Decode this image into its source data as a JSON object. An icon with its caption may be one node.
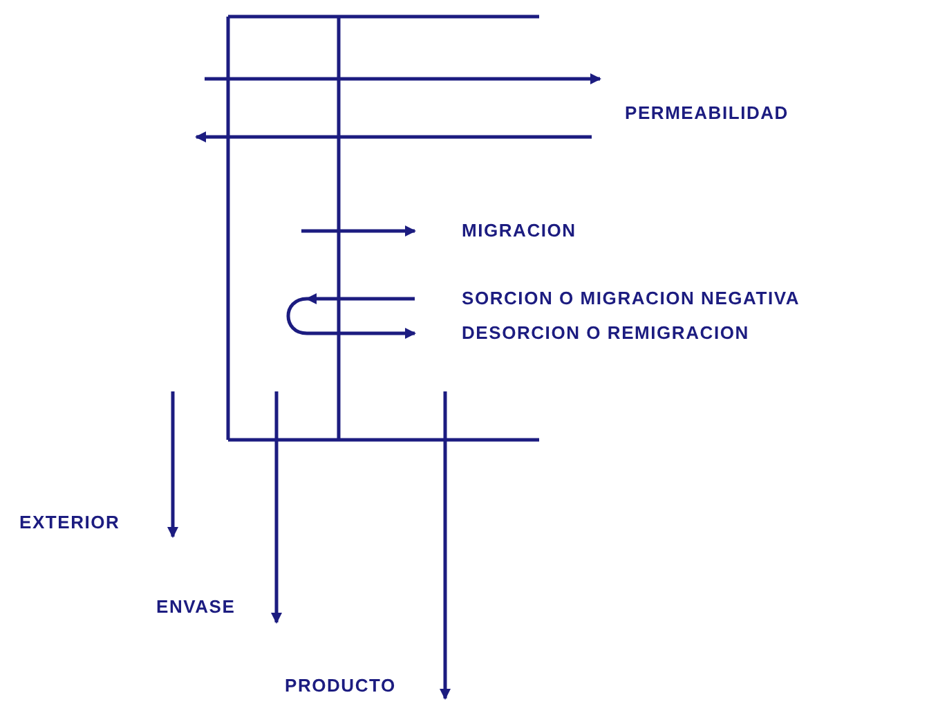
{
  "diagram": {
    "nodes": [
      {
        "text": [
          "EXTERIOR"
        ]
      },
      {
        "text": [
          "ENVASE"
        ]
      },
      {
        "text": [
          "PRODUCTO"
        ]
      }
    ],
    "edges": [
      {
        "from": null,
        "to": 0,
        "arrow": "to"
      },
      {
        "from": null,
        "to": 1,
        "arrow": "to"
      },
      {
        "from": null,
        "to": 2,
        "arrow": "to"
      }
    ],
    "labels": [
      "PERMEABILIDAD",
      "MIGRACION",
      "SORCION O MIGRACION NEGATIVA",
      "DESORCION O REMIGRACION"
    ]
  }
}
